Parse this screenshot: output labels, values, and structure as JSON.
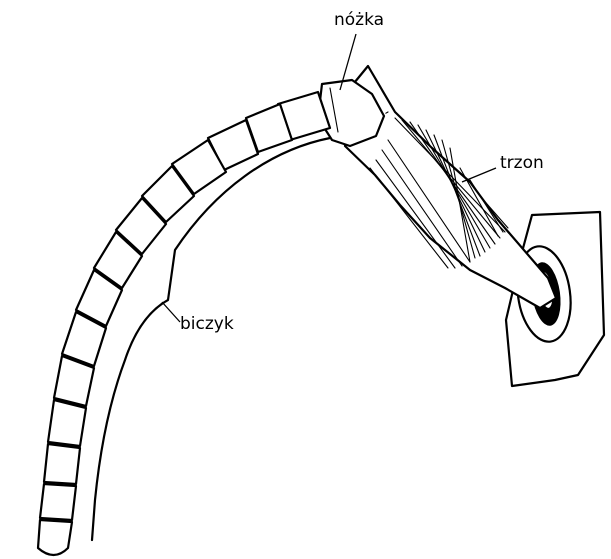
{
  "labels": {
    "pedicel": "nóżka",
    "scape": "trzon",
    "flagellum": "biczyk"
  }
}
